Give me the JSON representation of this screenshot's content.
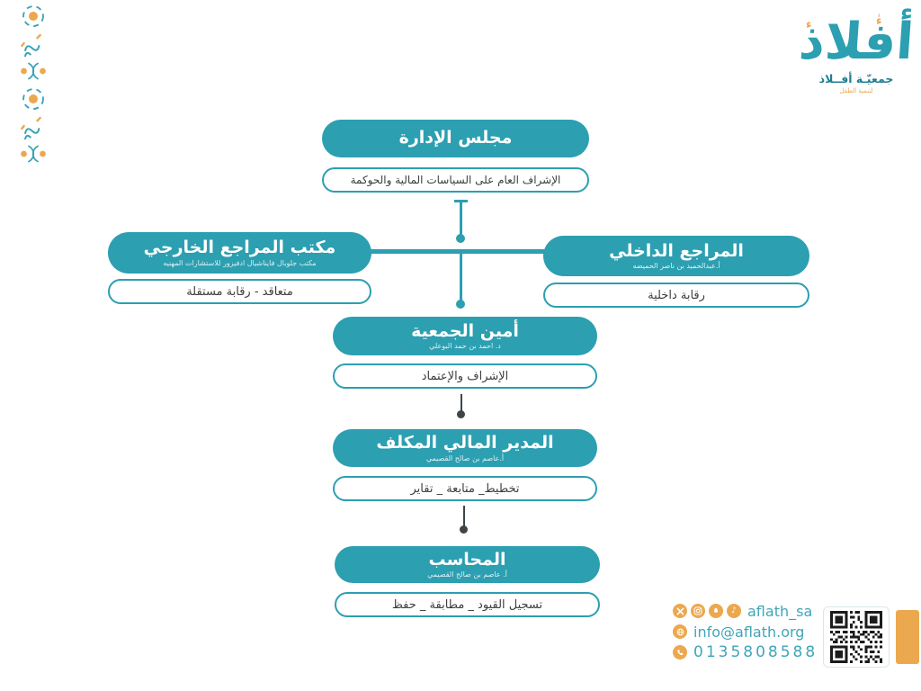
{
  "logo": {
    "wordmark": "أفلاذ",
    "org_name": "جمعيّـة أفــلاذ",
    "tagline": "لتنمية الطفل"
  },
  "decor": {
    "left_column_icons": [
      "eye-dotted-circle",
      "squiggle-lines",
      "dots-parentheses",
      "eye-dotted-circle",
      "squiggle-lines",
      "dots-parentheses"
    ]
  },
  "org_chart": {
    "board": {
      "title": "مجلس الإدارة",
      "note": "الإشراف العام على السياسات المالية والحوكمة"
    },
    "external_auditor": {
      "title": "مكتب المراجع الخارجي",
      "person": "مكتب جلوبال فايناشيال ادفيزور للاستشارات المهنيه",
      "note": "متعاقد - رقابة مستقلة"
    },
    "internal_auditor": {
      "title": "المراجع الداخلي",
      "person": "أ.عبدالحميد بن ناصر الحميضه",
      "note": "رقابة داخلية"
    },
    "secretary": {
      "title": "أمين الجمعية",
      "person": "د. احمد بن حمد البوعلي",
      "note": "الإشراف والإعتماد"
    },
    "financial_manager": {
      "title": "المدير المالي المكلف",
      "person": "أ.عاصم بن صالح القصيمي",
      "note": "تخطيط_ متابعة _ تقاير"
    },
    "accountant": {
      "title": "المحاسب",
      "person": "أ. عاصم بن صالح القصيمي",
      "note": "تسجيل القيود _ مطابقة _ حفظ"
    }
  },
  "contact": {
    "social_icons": [
      "x",
      "instagram",
      "snapchat",
      "tiktok"
    ],
    "social_handle": "aflath_sa",
    "email": "info@aflath.org",
    "phone": "0135808588"
  },
  "colors": {
    "teal": "#2C9FB1",
    "teal_deep": "#1F7E90",
    "orange": "#ECA84F",
    "dark_connector": "#3E4549"
  }
}
